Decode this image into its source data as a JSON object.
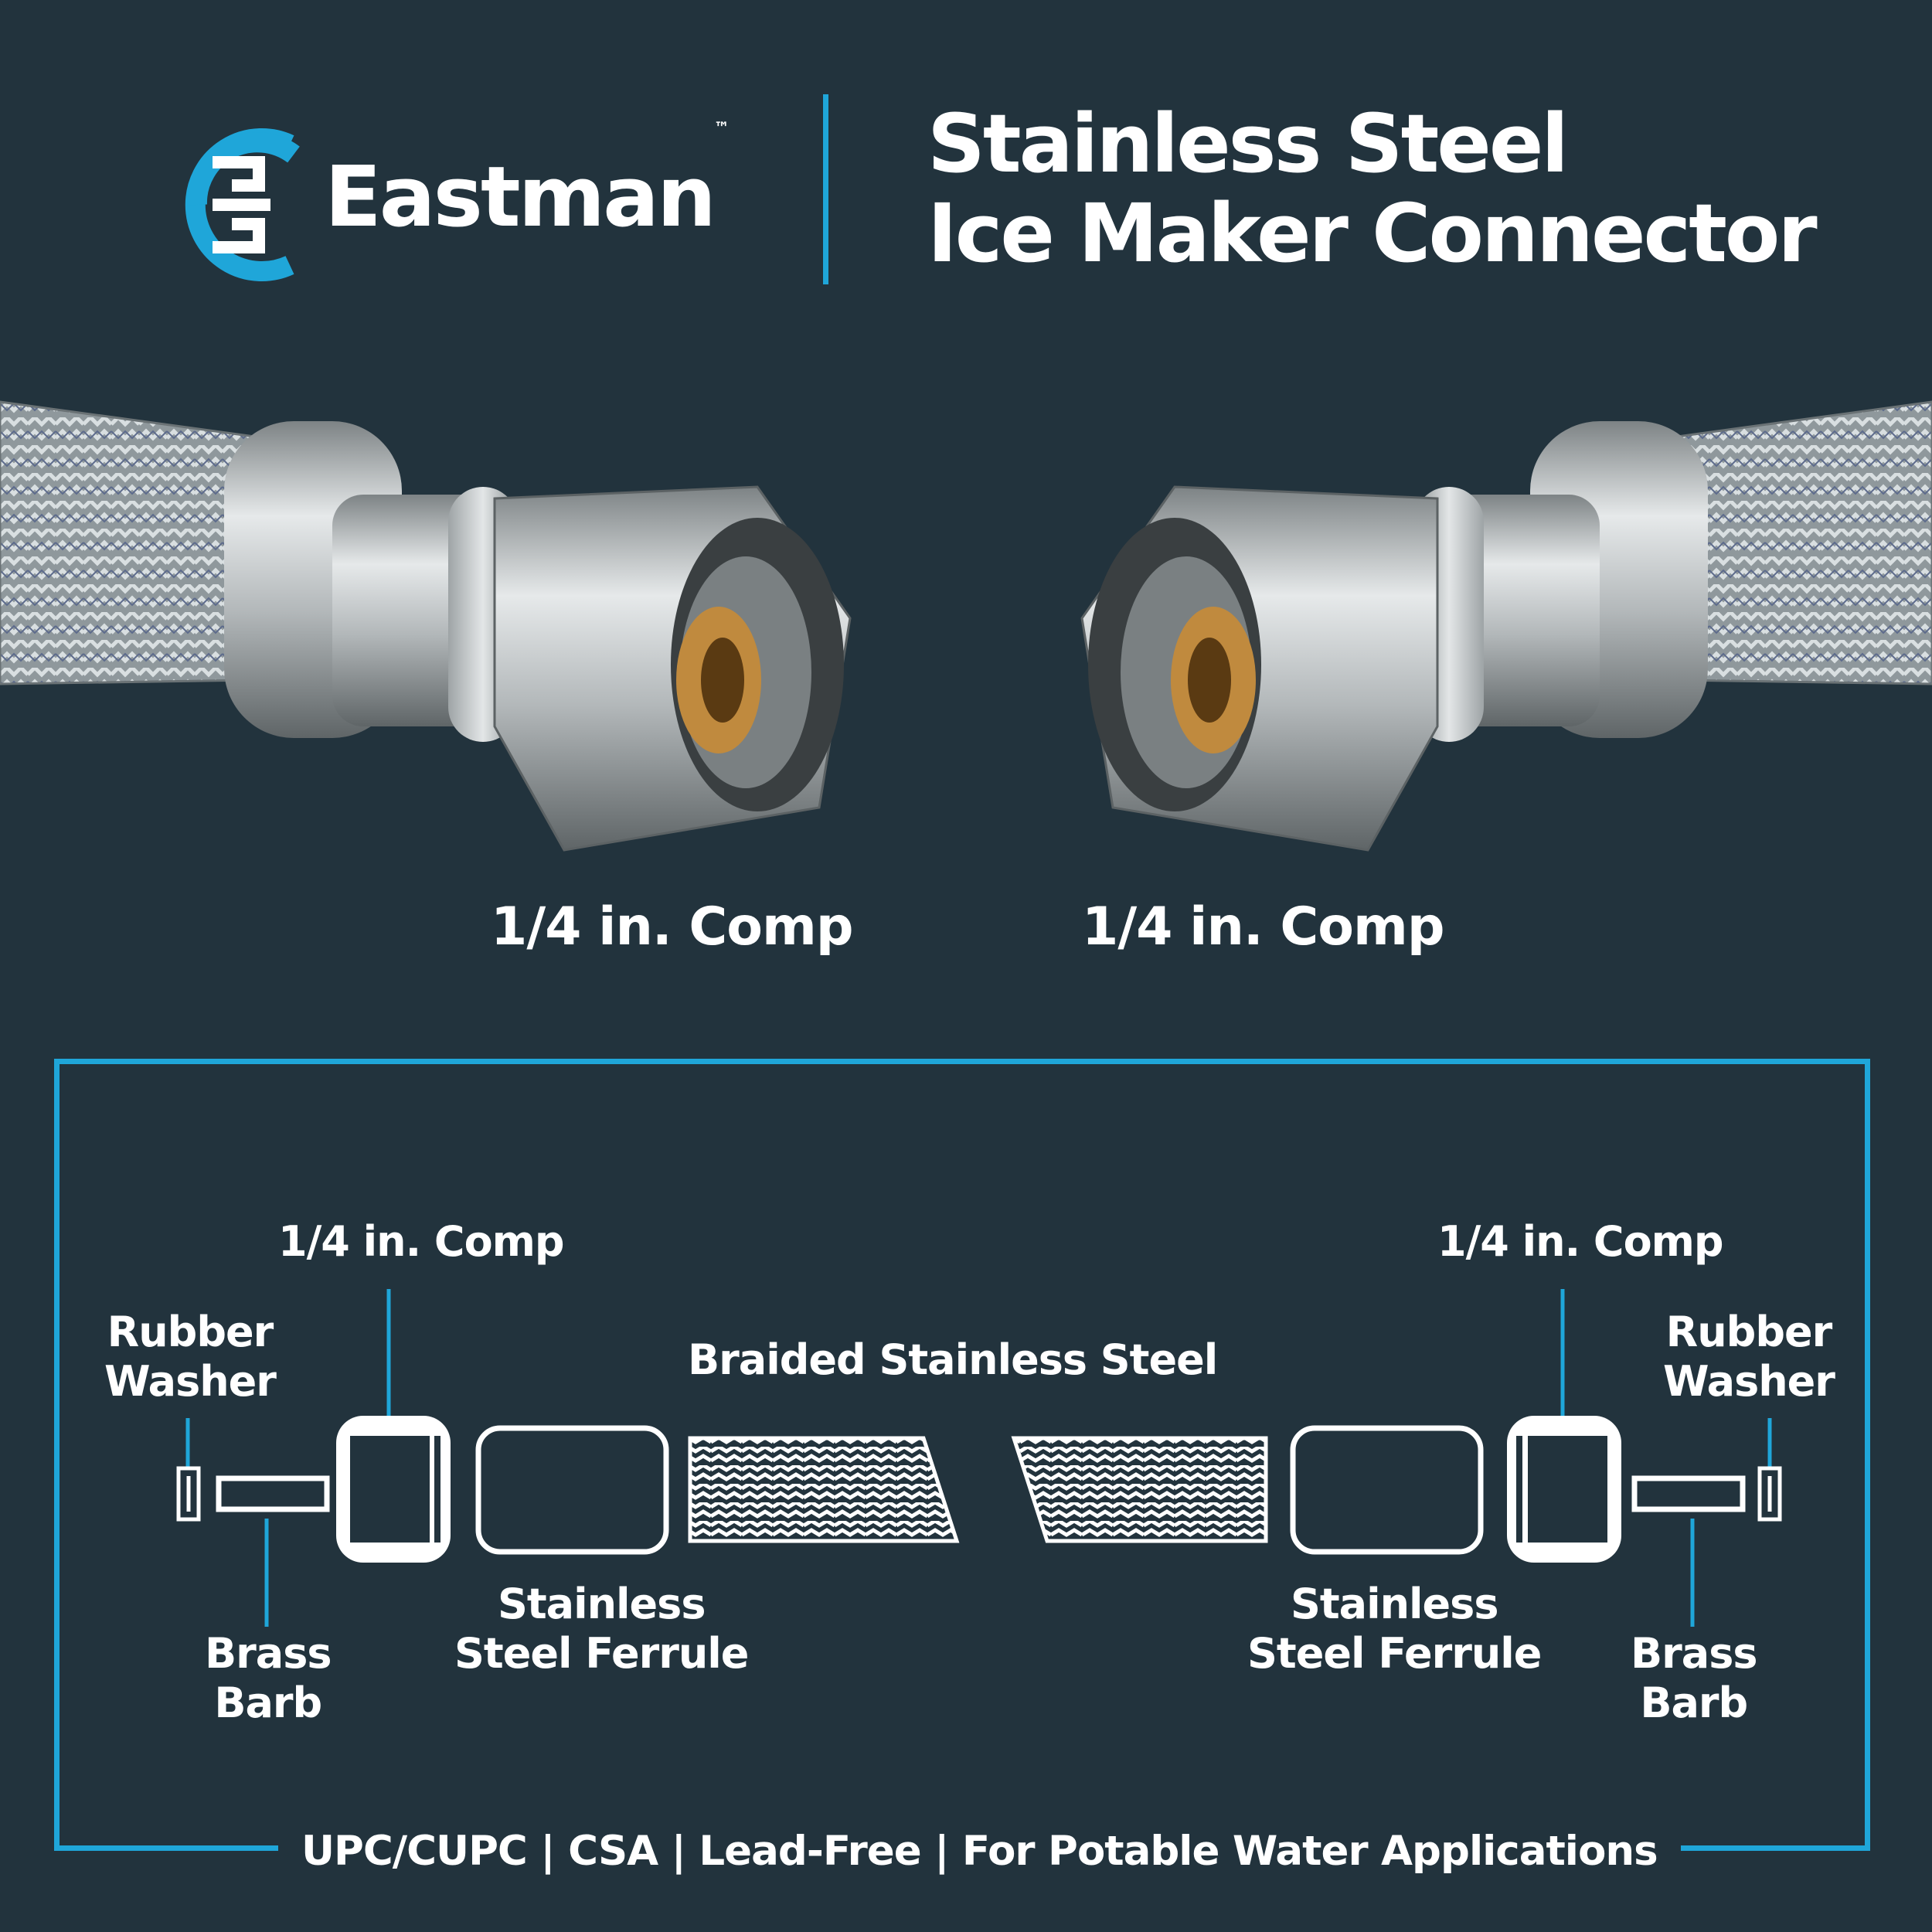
{
  "brand": {
    "name": "Eastman",
    "trademark": "™"
  },
  "title": {
    "line1": "Stainless Steel",
    "line2": "Ice Maker Connector"
  },
  "photo_labels": {
    "left": "1/4 in. Comp",
    "right": "1/4 in. Comp"
  },
  "diagram": {
    "left_comp": "1/4 in. Comp",
    "right_comp": "1/4 in. Comp",
    "left_washer": {
      "line1": "Rubber",
      "line2": "Washer"
    },
    "right_washer": {
      "line1": "Rubber",
      "line2": "Washer"
    },
    "braid_label": "Braided Stainless Steel",
    "left_barb": {
      "line1": "Brass",
      "line2": "Barb"
    },
    "right_barb": {
      "line1": "Brass",
      "line2": "Barb"
    },
    "left_ferrule": {
      "line1": "Stainless",
      "line2": "Steel Ferrule"
    },
    "right_ferrule": {
      "line1": "Stainless",
      "line2": "Steel Ferrule"
    }
  },
  "footer": "UPC/CUPC | CSA | Lead-Free | For Potable Water Applications",
  "colors": {
    "background": "#22333d",
    "accent": "#1fa6d9",
    "text": "#ffffff"
  }
}
